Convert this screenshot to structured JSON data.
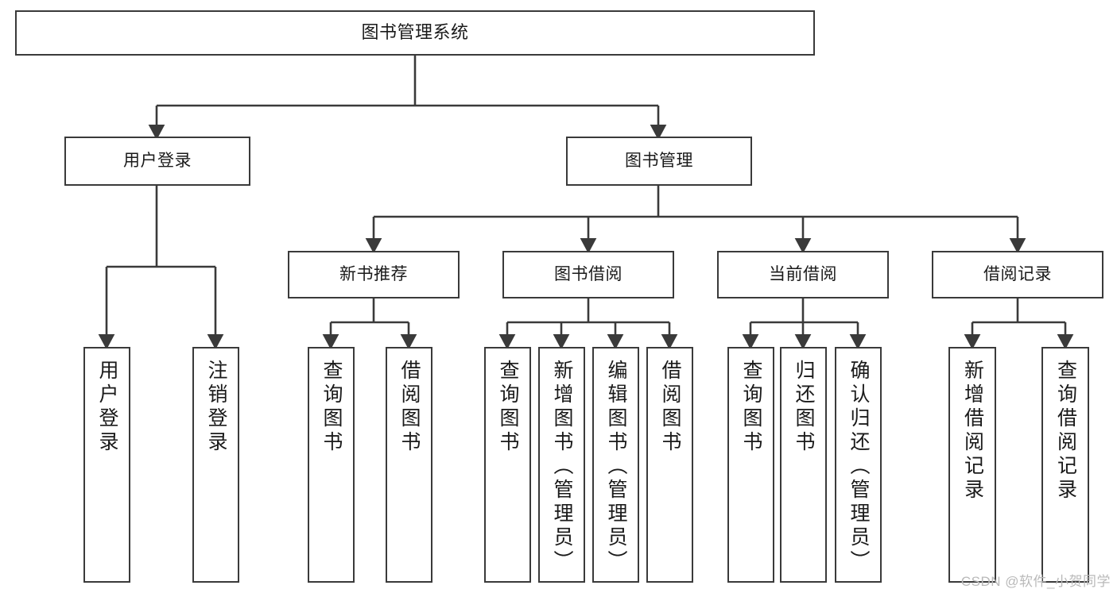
{
  "diagram": {
    "type": "hierarchy-tree",
    "title": "图书管理系统",
    "watermark": "CSDN @软件_小贺同学",
    "colors": {
      "stroke": "#3a3a3a",
      "fill": "#ffffff",
      "text": "#1a1a1a",
      "watermark": "#b9b9b9"
    },
    "nodes": {
      "root": {
        "label": "图书管理系统"
      },
      "level2": [
        {
          "id": "user-login",
          "label": "用户登录"
        },
        {
          "id": "book-manage",
          "label": "图书管理"
        }
      ],
      "level3": [
        {
          "id": "new-book-rec",
          "label": "新书推荐"
        },
        {
          "id": "book-borrow",
          "label": "图书借阅"
        },
        {
          "id": "current-borrow",
          "label": "当前借阅"
        },
        {
          "id": "borrow-record",
          "label": "借阅记录"
        }
      ],
      "leaves": {
        "user-login": [
          {
            "id": "leaf-user-login",
            "label": "用户登录"
          },
          {
            "id": "leaf-user-logout",
            "label": "注销登录"
          }
        ],
        "new-book-rec": [
          {
            "id": "leaf-query-book-1",
            "label": "查询图书"
          },
          {
            "id": "leaf-borrow-book-1",
            "label": "借阅图书"
          }
        ],
        "book-borrow": [
          {
            "id": "leaf-query-book-2",
            "label": "查询图书"
          },
          {
            "id": "leaf-add-book",
            "label": "新增图书（管理员）"
          },
          {
            "id": "leaf-edit-book",
            "label": "编辑图书（管理员）"
          },
          {
            "id": "leaf-borrow-book-2",
            "label": "借阅图书"
          }
        ],
        "current-borrow": [
          {
            "id": "leaf-query-book-3",
            "label": "查询图书"
          },
          {
            "id": "leaf-return-book",
            "label": "归还图书"
          },
          {
            "id": "leaf-confirm-return",
            "label": "确认归还（管理员）"
          }
        ],
        "borrow-record": [
          {
            "id": "leaf-add-record",
            "label": "新增借阅记录"
          },
          {
            "id": "leaf-query-record",
            "label": "查询借阅记录"
          }
        ]
      }
    }
  }
}
